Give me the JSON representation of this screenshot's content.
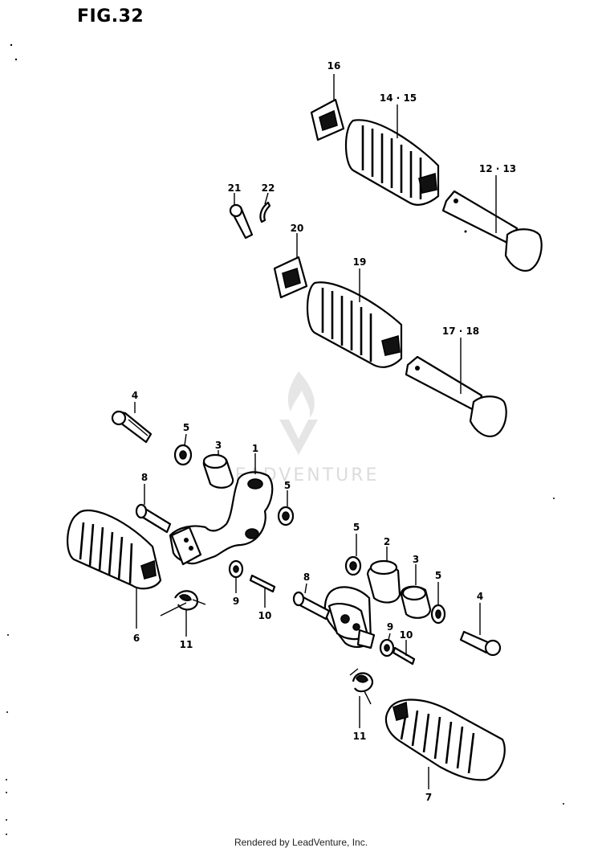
{
  "figure": {
    "title": "FIG.32"
  },
  "watermark": {
    "text": "LEADVENTURE"
  },
  "footer": {
    "credit": "Rendered by LeadVenture, Inc."
  },
  "callouts": [
    {
      "id": "c16",
      "label": "16"
    },
    {
      "id": "c14-15",
      "label": "14 · 15"
    },
    {
      "id": "c12-13",
      "label": "12 · 13"
    },
    {
      "id": "c21",
      "label": "21"
    },
    {
      "id": "c22",
      "label": "22"
    },
    {
      "id": "c20",
      "label": "20"
    },
    {
      "id": "c19",
      "label": "19"
    },
    {
      "id": "c17-18",
      "label": "17 · 18"
    },
    {
      "id": "c4a",
      "label": "4"
    },
    {
      "id": "c5a",
      "label": "5"
    },
    {
      "id": "c3a",
      "label": "3"
    },
    {
      "id": "c1",
      "label": "1"
    },
    {
      "id": "c5b",
      "label": "5"
    },
    {
      "id": "c8a",
      "label": "8"
    },
    {
      "id": "c6",
      "label": "6"
    },
    {
      "id": "c9a",
      "label": "9"
    },
    {
      "id": "c10a",
      "label": "10"
    },
    {
      "id": "c11a",
      "label": "11"
    },
    {
      "id": "c5c",
      "label": "5"
    },
    {
      "id": "c2",
      "label": "2"
    },
    {
      "id": "c3b",
      "label": "3"
    },
    {
      "id": "c5d",
      "label": "5"
    },
    {
      "id": "c8b",
      "label": "8"
    },
    {
      "id": "c4b",
      "label": "4"
    },
    {
      "id": "c9b",
      "label": "9"
    },
    {
      "id": "c10b",
      "label": "10"
    },
    {
      "id": "c11b",
      "label": "11"
    },
    {
      "id": "c7",
      "label": "7"
    }
  ]
}
